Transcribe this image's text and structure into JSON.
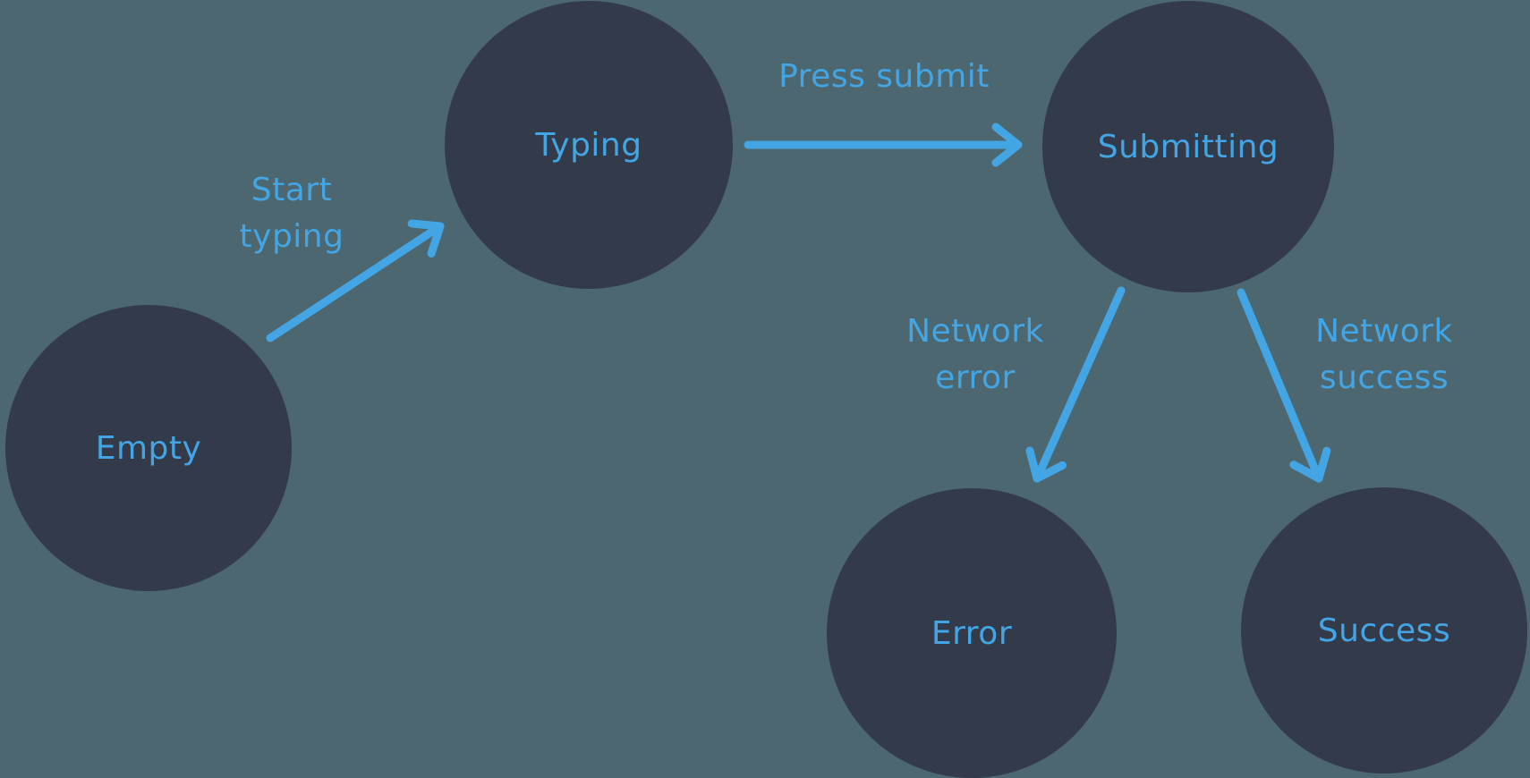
{
  "diagram": {
    "kind": "state-machine",
    "colors": {
      "background": "#4c6770",
      "node": "#333b4b",
      "accent": "#43a5e4"
    },
    "states": [
      {
        "id": "empty",
        "label": "Empty"
      },
      {
        "id": "typing",
        "label": "Typing"
      },
      {
        "id": "submitting",
        "label": "Submitting"
      },
      {
        "id": "error",
        "label": "Error"
      },
      {
        "id": "success",
        "label": "Success"
      }
    ],
    "transitions": [
      {
        "id": "start-typing",
        "label": "Start\ntyping",
        "from": "empty",
        "to": "typing"
      },
      {
        "id": "press-submit",
        "label": "Press submit",
        "from": "typing",
        "to": "submitting"
      },
      {
        "id": "network-error",
        "label": "Network\nerror",
        "from": "submitting",
        "to": "error"
      },
      {
        "id": "network-success",
        "label": "Network\nsuccess",
        "from": "submitting",
        "to": "success"
      }
    ]
  }
}
